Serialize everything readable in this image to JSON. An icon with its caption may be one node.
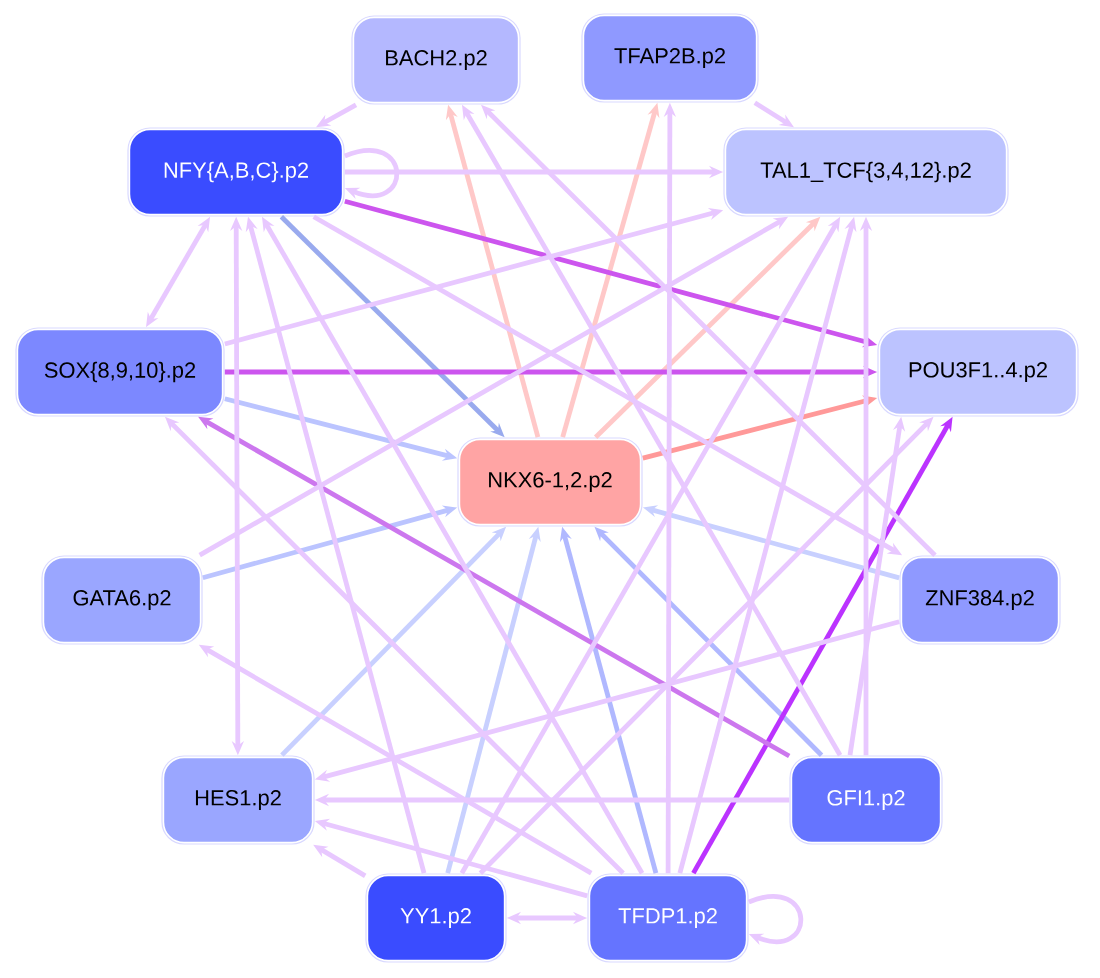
{
  "diagram": {
    "nodes": [
      {
        "text": [
          "BACH2.p2"
        ]
      },
      {
        "text": [
          "TFAP2B.p2"
        ]
      },
      {
        "text": [
          "NFY{A,B,C}.p2"
        ]
      },
      {
        "text": [
          "TAL1_TCF{3,4,12}.p2"
        ]
      },
      {
        "text": [
          "SOX{8,9,10}.p2"
        ]
      },
      {
        "text": [
          "POU3F1..4.p2"
        ]
      },
      {
        "text": [
          "NKX6-1,2.p2"
        ]
      },
      {
        "text": [
          "GATA6.p2"
        ]
      },
      {
        "text": [
          "ZNF384.p2"
        ]
      },
      {
        "text": [
          "HES1.p2"
        ]
      },
      {
        "text": [
          "GFI1.p2"
        ]
      },
      {
        "text": [
          "YY1.p2"
        ]
      },
      {
        "text": [
          "TFDP1.p2"
        ]
      }
    ],
    "edges": [
      {
        "from": 6,
        "to": 0,
        "arrow": "to",
        "color": "#ffc8c8"
      },
      {
        "from": 6,
        "to": 1,
        "arrow": "to",
        "color": "#ffc8c8"
      },
      {
        "from": 6,
        "to": 3,
        "arrow": "to",
        "color": "#ffc8c8"
      },
      {
        "from": 6,
        "to": 5,
        "arrow": "to",
        "color": "#ff9999"
      },
      {
        "from": 2,
        "to": 6,
        "arrow": "to",
        "color": "#99aaee"
      },
      {
        "from": 4,
        "to": 6,
        "arrow": "to",
        "color": "#bbc4ff"
      },
      {
        "from": 7,
        "to": 6,
        "arrow": "to",
        "color": "#bbc4ff"
      },
      {
        "from": 9,
        "to": 6,
        "arrow": "to",
        "color": "#c8d0ff"
      },
      {
        "from": 11,
        "to": 6,
        "arrow": "to",
        "color": "#c8d0ff"
      },
      {
        "from": 12,
        "to": 6,
        "arrow": "to",
        "color": "#b0b8ff"
      },
      {
        "from": 10,
        "to": 6,
        "arrow": "to",
        "color": "#b0b8ff"
      },
      {
        "from": 8,
        "to": 6,
        "arrow": "to",
        "color": "#c8d0ff"
      },
      {
        "from": 2,
        "to": 5,
        "arrow": "to",
        "color": "#cc55ee"
      },
      {
        "from": 4,
        "to": 5,
        "arrow": "to",
        "color": "#cc55ee"
      },
      {
        "from": 12,
        "to": 5,
        "arrow": "to",
        "color": "#bb33ff"
      },
      {
        "from": 10,
        "to": 4,
        "arrow": "to",
        "color": "#cc77ee"
      },
      {
        "from": 0,
        "to": 2,
        "arrow": "to"
      },
      {
        "from": 2,
        "to": 2,
        "arrow": "to"
      },
      {
        "from": 1,
        "to": 3,
        "arrow": "to"
      },
      {
        "from": 2,
        "to": 3,
        "arrow": "to"
      },
      {
        "from": 4,
        "to": 2,
        "arrow": "both"
      },
      {
        "from": 9,
        "to": 2,
        "arrow": "both"
      },
      {
        "from": 11,
        "to": 2,
        "arrow": "to"
      },
      {
        "from": 12,
        "to": 2,
        "arrow": "to"
      },
      {
        "from": 10,
        "to": 0,
        "arrow": "to"
      },
      {
        "from": 4,
        "to": 3,
        "arrow": "to"
      },
      {
        "from": 7,
        "to": 3,
        "arrow": "to"
      },
      {
        "from": 12,
        "to": 3,
        "arrow": "to"
      },
      {
        "from": 10,
        "to": 3,
        "arrow": "to"
      },
      {
        "from": 11,
        "to": 3,
        "arrow": "to"
      },
      {
        "from": 12,
        "to": 1,
        "arrow": "to"
      },
      {
        "from": 11,
        "to": 9,
        "arrow": "to"
      },
      {
        "from": 12,
        "to": 9,
        "arrow": "to"
      },
      {
        "from": 10,
        "to": 9,
        "arrow": "to"
      },
      {
        "from": 8,
        "to": 9,
        "arrow": "to"
      },
      {
        "from": 12,
        "to": 4,
        "arrow": "to"
      },
      {
        "from": 12,
        "to": 7,
        "arrow": "to"
      },
      {
        "from": 11,
        "to": 5,
        "arrow": "to"
      },
      {
        "from": 10,
        "to": 5,
        "arrow": "to"
      },
      {
        "from": 11,
        "to": 12,
        "arrow": "both"
      },
      {
        "from": 12,
        "to": 12,
        "arrow": "to"
      },
      {
        "from": 8,
        "to": 0,
        "arrow": "to"
      },
      {
        "from": 2,
        "to": 8,
        "arrow": "to"
      }
    ]
  }
}
